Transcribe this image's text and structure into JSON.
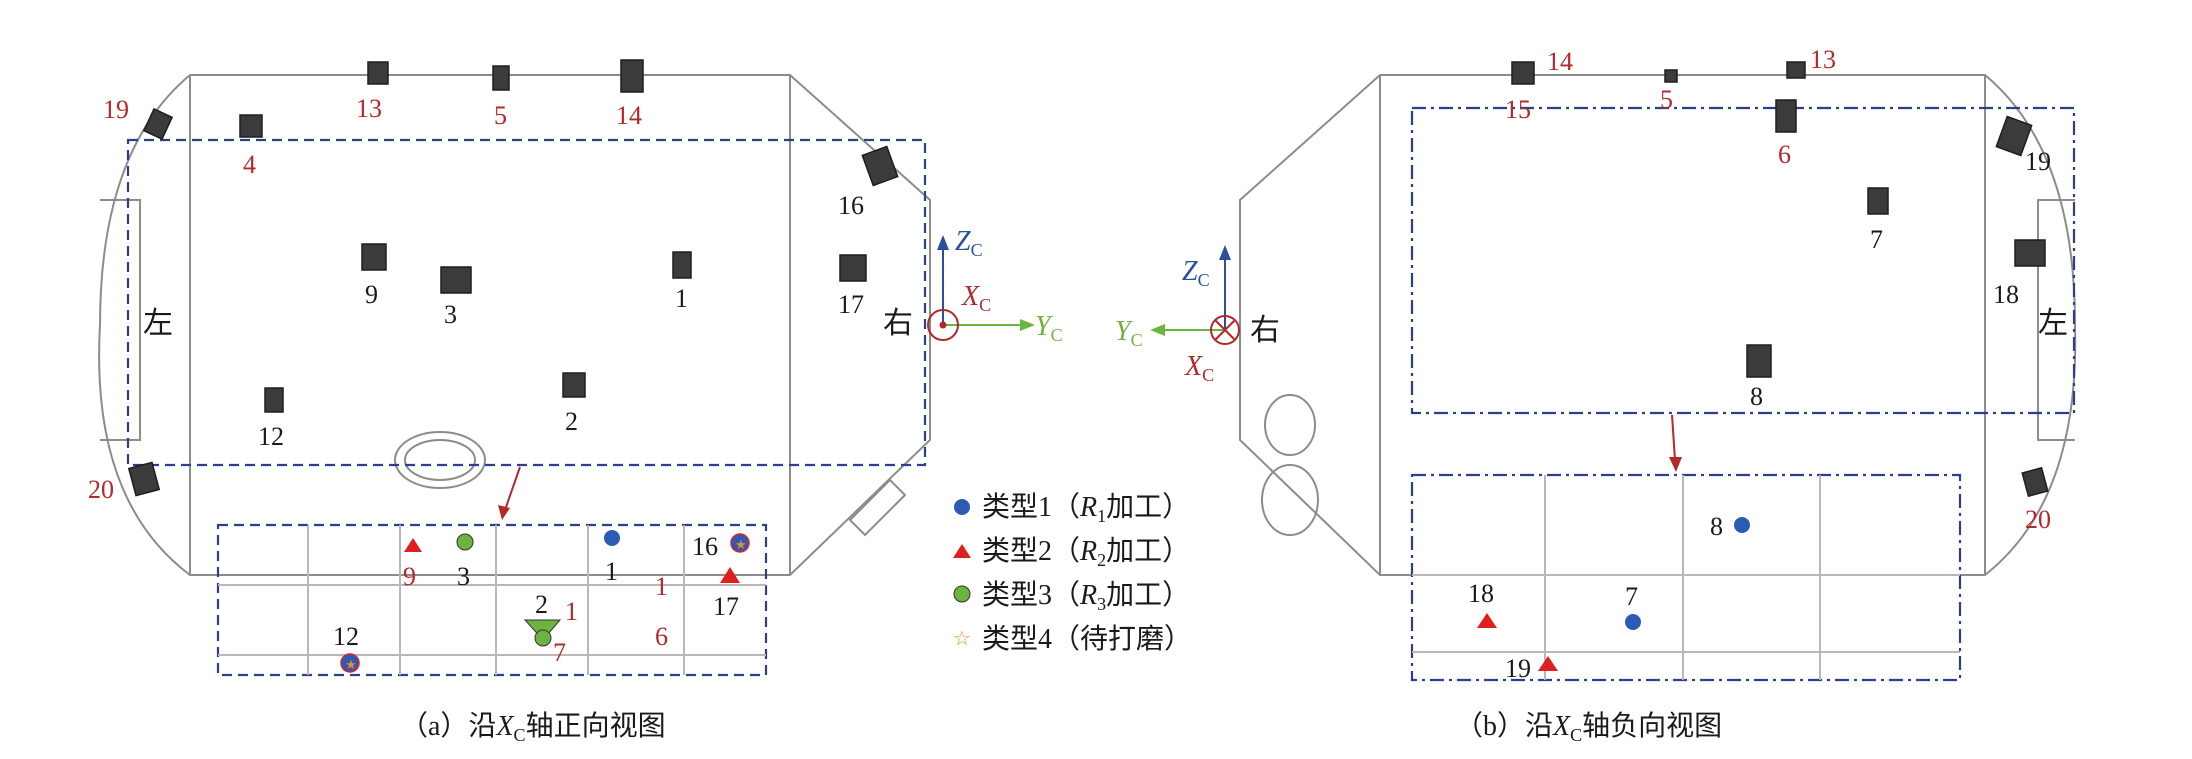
{
  "panel_a": {
    "caption_prefix": "（a）沿",
    "caption_axis": "X",
    "caption_sub": "C",
    "caption_suffix": "轴正向视图",
    "left_label": "左",
    "right_label": "右",
    "axis_z": "Z",
    "axis_x": "X",
    "axis_y": "Y",
    "axis_sub": "C",
    "labels": {
      "l19": "19",
      "l4": "4",
      "l13": "13",
      "l5": "5",
      "l14": "14",
      "l16": "16",
      "l17": "17",
      "l9": "9",
      "l3": "3",
      "l1": "1",
      "l12": "12",
      "l2": "2",
      "l20": "20"
    },
    "inset_labels": {
      "i9": "9",
      "i3": "3",
      "i1": "1",
      "i16": "16",
      "i17": "17",
      "i12": "12",
      "i2": "2",
      "i7": "7",
      "i1r": "1",
      "i1r2": "1",
      "i6": "6"
    }
  },
  "panel_b": {
    "caption_prefix": "（b）沿",
    "caption_axis": "X",
    "caption_sub": "C",
    "caption_suffix": "轴负向视图",
    "left_label": "左",
    "right_label": "右",
    "axis_z": "Z",
    "axis_x": "X",
    "axis_y": "Y",
    "axis_sub": "C",
    "labels": {
      "l14": "14",
      "l15": "15",
      "l5": "5",
      "l13": "13",
      "l6": "6",
      "l19": "19",
      "l7": "7",
      "l18": "18",
      "l8": "8",
      "l20": "20"
    },
    "inset_labels": {
      "i8": "8",
      "i18": "18",
      "i7": "7",
      "i19": "19"
    }
  },
  "legend": {
    "items": [
      {
        "marker": "circle-blue",
        "color": "#2b5bb5",
        "text_pre": "类型1（",
        "var": "R",
        "sub": "1",
        "text_post": "加工）"
      },
      {
        "marker": "triangle-red",
        "color": "#e02020",
        "text_pre": "类型2（",
        "var": "R",
        "sub": "2",
        "text_post": "加工）"
      },
      {
        "marker": "circle-green",
        "color": "#6db33f",
        "text_pre": "类型3（",
        "var": "R",
        "sub": "3",
        "text_post": "加工）"
      },
      {
        "marker": "star-orange",
        "color": "#f08a1c",
        "text_pre": "类型4（待打磨）",
        "var": "",
        "sub": "",
        "text_post": ""
      }
    ]
  }
}
